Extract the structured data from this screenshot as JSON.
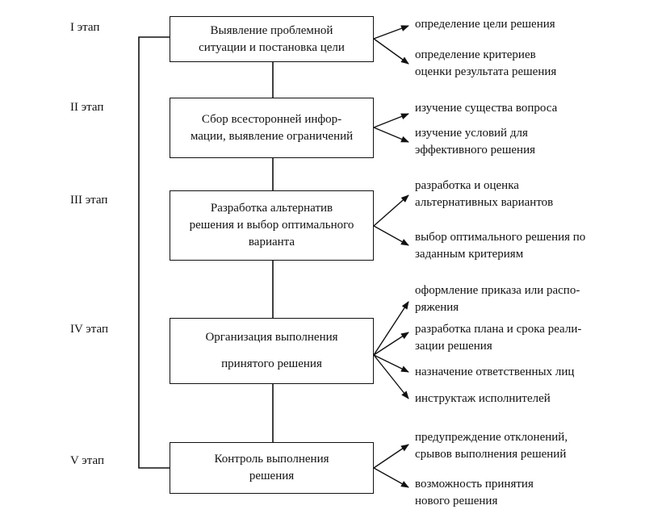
{
  "stages": [
    {
      "label": "I этап",
      "box": [
        "Выявление проблемной",
        "ситуации и постановка цели"
      ],
      "outputs": [
        [
          "определение цели решения"
        ],
        [
          "определение критериев",
          "оценки результата решения"
        ]
      ]
    },
    {
      "label": "II этап",
      "box": [
        "Сбор всесторонней инфор-",
        "мации, выявление ограничений"
      ],
      "outputs": [
        [
          "изучение существа вопроса"
        ],
        [
          "изучение условий для",
          "эффективного решения"
        ]
      ]
    },
    {
      "label": "III этап",
      "box": [
        "Разработка альтернатив",
        "решения и выбор оптимального",
        "варианта"
      ],
      "outputs": [
        [
          "разработка и оценка",
          "альтернативных вариантов"
        ],
        [
          "выбор оптимального решения по",
          "заданным критериям"
        ]
      ]
    },
    {
      "label": "IV этап",
      "box": [
        "Организация выполнения",
        "принятого решения"
      ],
      "outputs": [
        [
          "оформление приказа или распо-",
          "ряжения"
        ],
        [
          "разработка плана и срока реали-",
          "зации решения"
        ],
        [
          "назначение ответственных лиц"
        ],
        [
          "инструктаж исполнителей"
        ]
      ]
    },
    {
      "label": "V этап",
      "box": [
        "Контроль выполнения",
        "решения"
      ],
      "outputs": [
        [
          "предупреждение отклонений,",
          "срывов выполнения решений"
        ],
        [
          "возможность принятия",
          "нового решения"
        ]
      ]
    }
  ]
}
